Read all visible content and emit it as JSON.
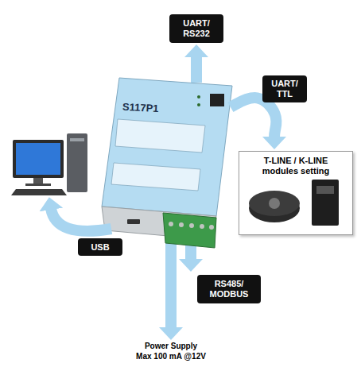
{
  "diagram": {
    "nodes": [
      {
        "text": [
          "UART/ RS232"
        ]
      },
      {
        "text": [
          "UART/ TTL"
        ]
      },
      {
        "text": [
          "T-LINE / K-LINE modules setting"
        ]
      },
      {
        "text": [
          "S117P1"
        ]
      },
      {
        "text": [
          "USB"
        ]
      },
      {
        "text": [
          "RS485/ MODBUS"
        ]
      }
    ],
    "edges": [
      {
        "from": 3,
        "to": 0,
        "arrow": "to"
      },
      {
        "from": 3,
        "to": 2,
        "arrow": "to"
      }
    ],
    "labels": [
      "Power Supply",
      "Max 100 mA @12V"
    ]
  }
}
